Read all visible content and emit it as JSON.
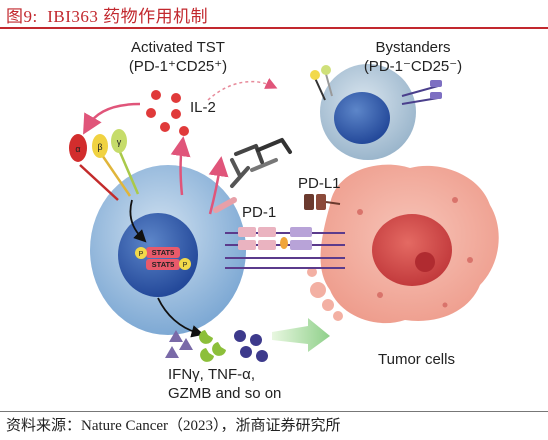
{
  "figure": {
    "number": "图9:",
    "title": "IBI363 药物作用机制"
  },
  "labels": {
    "activated_tst": "Activated TST",
    "activated_tst_markers": "(PD-1⁺CD25⁺)",
    "il2": "IL-2",
    "bystanders": "Bystanders",
    "bystanders_markers": "(PD-1⁻CD25⁻)",
    "pdl1": "PD-L1",
    "pd1": "PD-1",
    "tumor_cells": "Tumor cells",
    "cytokines_line1": "IFNγ, TNF-α,",
    "cytokines_line2": "GZMB and so on",
    "stat5_top": "STAT5",
    "stat5_bottom": "STAT5",
    "p": "P",
    "alpha": "α",
    "beta": "β",
    "gamma": "γ"
  },
  "source": "资料来源：Nature Cancer（2023），浙商证券研究所",
  "colors": {
    "title_red": "#c2282e",
    "tcell_blue": "#8fb8dc",
    "nucleus_blue": "#2f5fae",
    "tumor_pink": "#f2a89a",
    "il2_red": "#e03a3a",
    "arrow_pink": "#e0557a"
  }
}
